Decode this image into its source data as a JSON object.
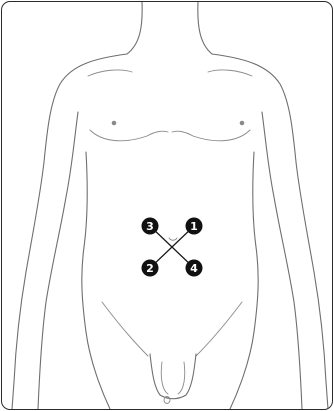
{
  "figure": {
    "markers": [
      {
        "label": "1",
        "quadrant": "upper-right"
      },
      {
        "label": "2",
        "quadrant": "lower-left"
      },
      {
        "label": "3",
        "quadrant": "upper-left"
      },
      {
        "label": "4",
        "quadrant": "lower-right"
      }
    ],
    "colors": {
      "border": "#2b2b2b",
      "body_outline": "#6f6f6f",
      "marker_fill": "#111111",
      "marker_text": "#ffffff",
      "background": "#ffffff"
    }
  }
}
